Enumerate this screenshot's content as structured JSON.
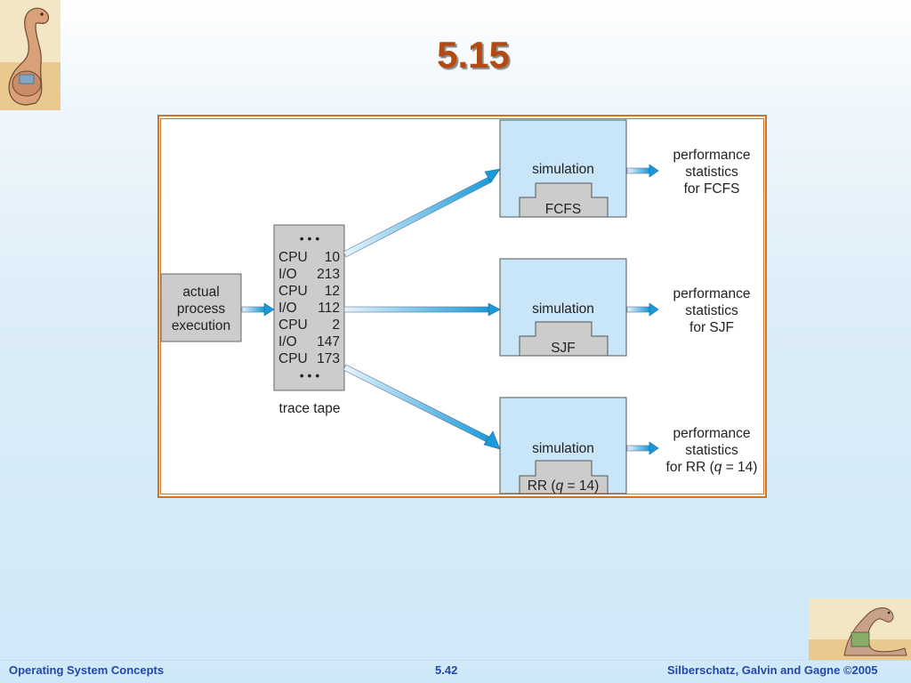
{
  "slide": {
    "title": "5.15"
  },
  "diagram": {
    "source_box": [
      "actual",
      "process",
      "execution"
    ],
    "trace": {
      "dots_top": "• • •",
      "rows": [
        {
          "kind": "CPU",
          "value": "10"
        },
        {
          "kind": "I/O",
          "value": "213"
        },
        {
          "kind": "CPU",
          "value": "12"
        },
        {
          "kind": "I/O",
          "value": "112"
        },
        {
          "kind": "CPU",
          "value": "2"
        },
        {
          "kind": "I/O",
          "value": "147"
        },
        {
          "kind": "CPU",
          "value": "173"
        }
      ],
      "dots_bottom": "• • •",
      "caption": "trace tape"
    },
    "simulations": [
      {
        "label": "simulation",
        "algorithm": "FCFS",
        "stats": [
          "performance",
          "statistics",
          "for FCFS"
        ]
      },
      {
        "label": "simulation",
        "algorithm": "SJF",
        "stats": [
          "performance",
          "statistics",
          "for SJF"
        ]
      },
      {
        "label": "simulation",
        "algorithm_prefix": "RR (",
        "algorithm_var": "q",
        "algorithm_suffix": " = 14)",
        "stats": [
          "performance",
          "statistics"
        ],
        "stats_line3_prefix": "for RR (",
        "stats_line3_var": "q",
        "stats_line3_suffix": " = 14)"
      }
    ],
    "colors": {
      "sim_box": "#c8e6f8",
      "gray_box": "#cccccc",
      "arrow": "#1b9ad8",
      "frame": "#c8782c"
    }
  },
  "footer": {
    "left": "Operating System Concepts",
    "center": "5.42",
    "right": "Silberschatz, Galvin and Gagne ©2005"
  }
}
